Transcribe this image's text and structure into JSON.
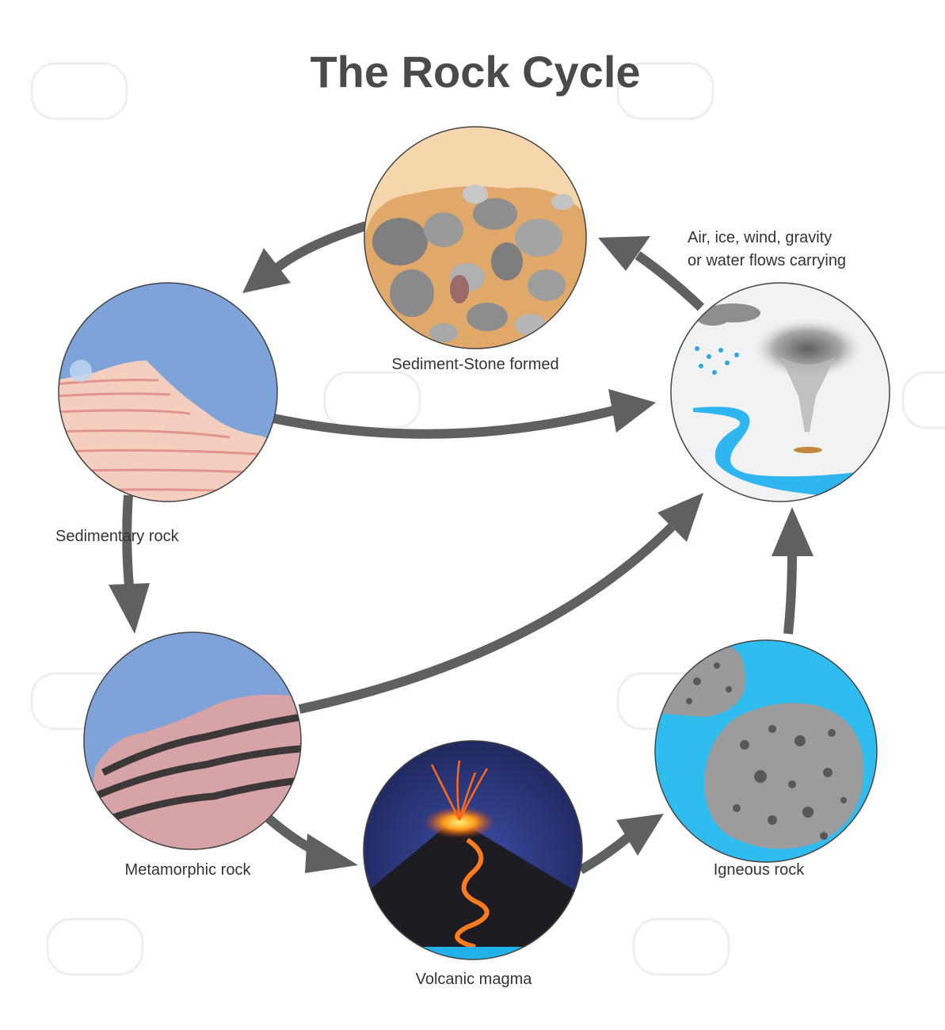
{
  "title": "The Rock Cycle",
  "stages": {
    "sediment_stone": "Sediment-Stone formed",
    "weathering_line1": "Air, ice, wind, gravity",
    "weathering_line2": "or water flows carrying",
    "sedimentary": "Sedimentary rock",
    "metamorphic": "Metamorphic rock",
    "volcanic": "Volcanic magma",
    "igneous": "Igneous rock"
  },
  "colors": {
    "arrow": "#5f6062",
    "sky_blue": "#7da3d8",
    "water": "#2fbdf0",
    "sediment_bg": "#f5d6ad",
    "stone": "#8c8c8c"
  }
}
